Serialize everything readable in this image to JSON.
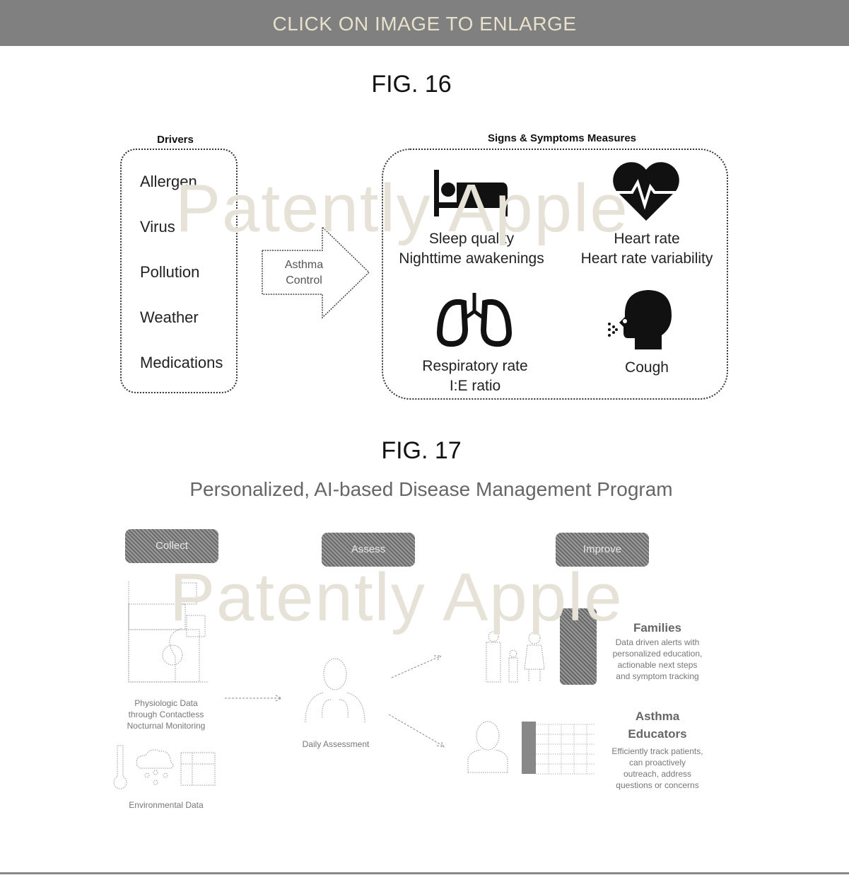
{
  "header": {
    "banner": "CLICK ON IMAGE TO ENLARGE"
  },
  "watermark": "Patently Apple",
  "fig16": {
    "title": "FIG. 16",
    "drivers_label": "Drivers",
    "drivers": [
      "Allergen",
      "Virus",
      "Pollution",
      "Weather",
      "Medications"
    ],
    "arrow_label": [
      "Asthma",
      "Control"
    ],
    "signs_label": "Signs & Symptoms Measures",
    "signs": [
      {
        "icon": "bed-icon",
        "lines": [
          "Sleep quality",
          "Nighttime awakenings"
        ]
      },
      {
        "icon": "heart-rate-icon",
        "lines": [
          "Heart rate",
          "Heart rate variability"
        ]
      },
      {
        "icon": "lungs-icon",
        "lines": [
          "Respiratory rate",
          "I:E ratio"
        ]
      },
      {
        "icon": "cough-icon",
        "lines": [
          "Cough"
        ]
      }
    ]
  },
  "fig17": {
    "title": "FIG. 17",
    "subtitle": "Personalized, AI-based Disease Management Program",
    "steps": [
      "Collect",
      "Assess",
      "Improve"
    ],
    "collect_caption": [
      "Physiologic Data",
      "through Contactless",
      "Nocturnal Monitoring"
    ],
    "env_caption": "Environmental Data",
    "assess_caption": "Daily Assessment",
    "families": {
      "title": "Families",
      "lines": [
        "Data driven alerts with",
        "personalized education,",
        "actionable next steps",
        "and symptom tracking"
      ]
    },
    "educators": {
      "title": [
        "Asthma",
        "Educators"
      ],
      "lines": [
        "Efficiently track patients,",
        "can proactively",
        "outreach, address",
        "questions or concerns"
      ]
    }
  }
}
